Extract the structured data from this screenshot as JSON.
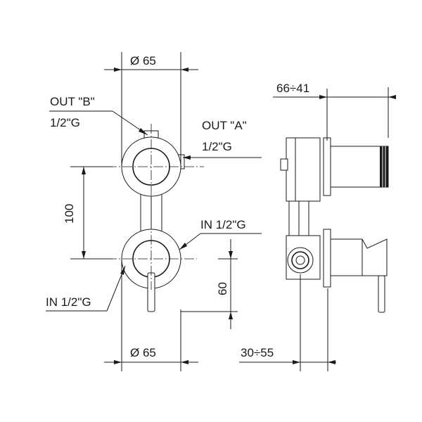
{
  "labels": {
    "dia_top": "Ø 65",
    "dia_bottom": "Ø 65",
    "out_b": "OUT \"B\"",
    "out_b_thread": "1/2\"G",
    "out_a": "OUT \"A\"",
    "out_a_thread": "1/2\"G",
    "in_right": "IN 1/2\"G",
    "in_left": "IN 1/2\"G",
    "spacing": "100",
    "offset": "60",
    "depth_range": "66÷41",
    "wall_range": "30÷55"
  }
}
